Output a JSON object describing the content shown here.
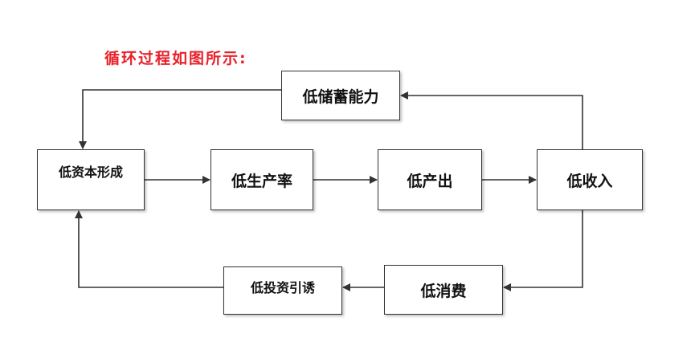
{
  "title": {
    "text": "循环过程如图所示:",
    "color": "#e8202a"
  },
  "nodes": {
    "savings": "低储蓄能力",
    "capital": "低资本形成",
    "productivity": "低生产率",
    "output": "低产出",
    "income": "低收入",
    "consumption": "低消费",
    "investment": "低投资引诱"
  },
  "edges": [
    {
      "from": "capital",
      "to": "productivity"
    },
    {
      "from": "productivity",
      "to": "output"
    },
    {
      "from": "output",
      "to": "income"
    },
    {
      "from": "income",
      "to": "savings"
    },
    {
      "from": "savings",
      "to": "capital"
    },
    {
      "from": "income",
      "to": "consumption"
    },
    {
      "from": "consumption",
      "to": "investment"
    },
    {
      "from": "investment",
      "to": "capital"
    }
  ],
  "colors": {
    "line": "#333333",
    "box_border": "#333333"
  }
}
